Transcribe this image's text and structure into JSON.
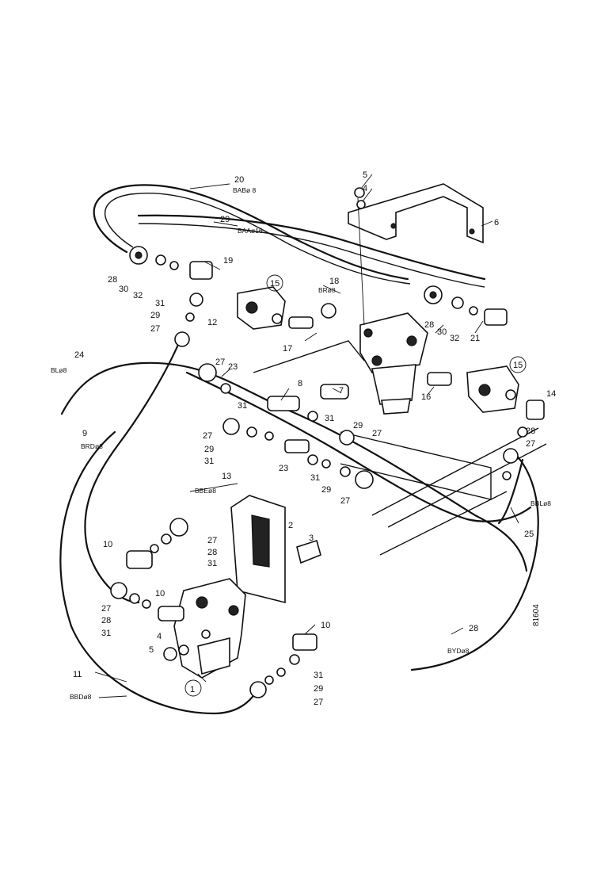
{
  "drawing_code": "81604",
  "hose_codes": {
    "item20_top": "BABø 8",
    "item29_top": "BAAø16",
    "item18": "BRø8",
    "item24": "BLø8",
    "item9": "BRDø8",
    "item13": "BBEø8",
    "item25": "BBLø8",
    "item28": "BYDø8",
    "item11": "BBDø8"
  },
  "callouts": [
    {
      "id": "c5_top",
      "text": "5"
    },
    {
      "id": "c4_top",
      "text": "4"
    },
    {
      "id": "c6",
      "text": "6"
    },
    {
      "id": "c20_top",
      "text": "20"
    },
    {
      "id": "c29_top",
      "text": "29"
    },
    {
      "id": "c28_left",
      "text": "28"
    },
    {
      "id": "c30_left",
      "text": "30"
    },
    {
      "id": "c32_left",
      "text": "32"
    },
    {
      "id": "c19",
      "text": "19"
    },
    {
      "id": "c15_left",
      "text": "15"
    },
    {
      "id": "c18",
      "text": "18"
    },
    {
      "id": "c31_a",
      "text": "31"
    },
    {
      "id": "c29_a",
      "text": "29"
    },
    {
      "id": "c27_a",
      "text": "27"
    },
    {
      "id": "c12",
      "text": "12"
    },
    {
      "id": "c17",
      "text": "17"
    },
    {
      "id": "c28_right",
      "text": "28"
    },
    {
      "id": "c30_right",
      "text": "30"
    },
    {
      "id": "c32_right",
      "text": "32"
    },
    {
      "id": "c21",
      "text": "21"
    },
    {
      "id": "c24",
      "text": "24"
    },
    {
      "id": "c27_b",
      "text": "27"
    },
    {
      "id": "c23",
      "text": "23"
    },
    {
      "id": "c8",
      "text": "8"
    },
    {
      "id": "c7",
      "text": "7"
    },
    {
      "id": "c16",
      "text": "16"
    },
    {
      "id": "c15_right",
      "text": "15"
    },
    {
      "id": "c14",
      "text": "14"
    },
    {
      "id": "c31_b",
      "text": "31"
    },
    {
      "id": "c29_b",
      "text": "29"
    },
    {
      "id": "c27_c",
      "text": "27"
    },
    {
      "id": "c9",
      "text": "9"
    },
    {
      "id": "c31_c",
      "text": "31"
    },
    {
      "id": "c28_c",
      "text": "28"
    },
    {
      "id": "c27_d",
      "text": "27"
    },
    {
      "id": "c27_e",
      "text": "27"
    },
    {
      "id": "c29_c",
      "text": "29"
    },
    {
      "id": "c31_d",
      "text": "31"
    },
    {
      "id": "c23_b",
      "text": "23"
    },
    {
      "id": "c31_e",
      "text": "31"
    },
    {
      "id": "c29_d",
      "text": "29"
    },
    {
      "id": "c27_f",
      "text": "27"
    },
    {
      "id": "c13",
      "text": "13"
    },
    {
      "id": "c25",
      "text": "25"
    },
    {
      "id": "c2",
      "text": "2"
    },
    {
      "id": "c3",
      "text": "3"
    },
    {
      "id": "c10_a",
      "text": "10"
    },
    {
      "id": "c27_g",
      "text": "27"
    },
    {
      "id": "c28_d",
      "text": "28"
    },
    {
      "id": "c31_f",
      "text": "31"
    },
    {
      "id": "c10_b",
      "text": "10"
    },
    {
      "id": "c27_h",
      "text": "27"
    },
    {
      "id": "c28_e",
      "text": "28"
    },
    {
      "id": "c31_g",
      "text": "31"
    },
    {
      "id": "c4_bot",
      "text": "4"
    },
    {
      "id": "c5_bot",
      "text": "5"
    },
    {
      "id": "c10_c",
      "text": "10"
    },
    {
      "id": "c28_f",
      "text": "28"
    },
    {
      "id": "c31_h",
      "text": "31"
    },
    {
      "id": "c29_e",
      "text": "29"
    },
    {
      "id": "c27_i",
      "text": "27"
    },
    {
      "id": "c11",
      "text": "11"
    },
    {
      "id": "c1",
      "text": "1"
    }
  ]
}
